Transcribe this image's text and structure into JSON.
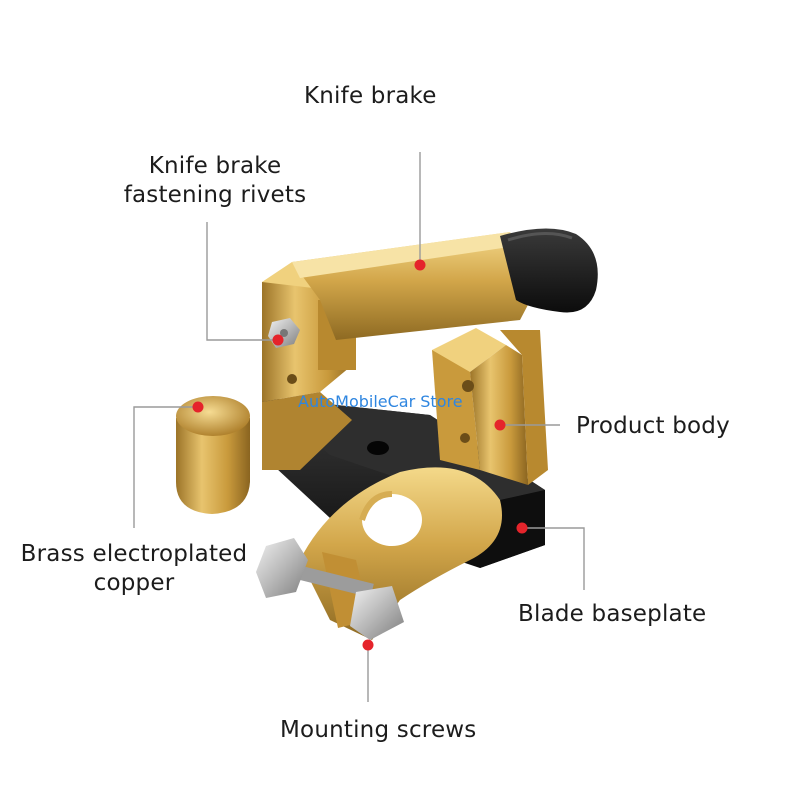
{
  "callouts": {
    "knife_brake": "Knife brake",
    "fastening_rivets_line1": "Knife brake",
    "fastening_rivets_line2": "fastening rivets",
    "product_body": "Product body",
    "brass_line1": "Brass electroplated",
    "brass_line2": "copper",
    "blade_baseplate": "Blade baseplate",
    "mounting_screws": "Mounting screws"
  },
  "watermark": "AutoMobileCar Store",
  "colors": {
    "callout_dot": "#e5242b",
    "callout_line": "#9a9a9a",
    "brass": "#c99a3c",
    "rubber": "#1a1a1a",
    "baseplate": "#151515"
  }
}
